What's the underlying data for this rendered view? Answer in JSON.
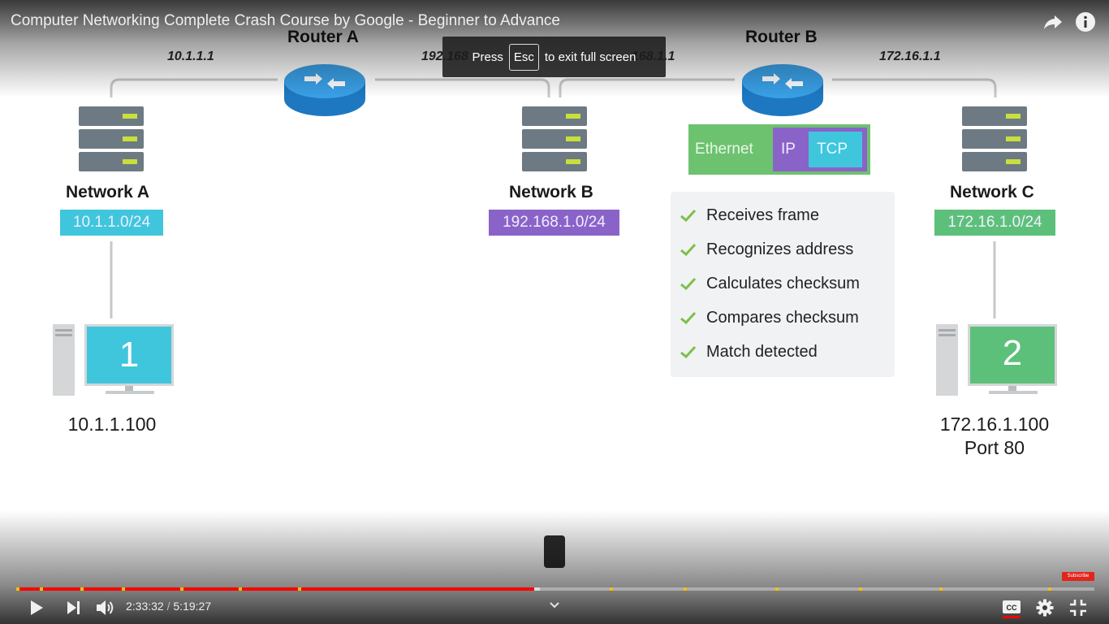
{
  "video": {
    "title": "Computer Networking Complete Crash Course by Google - Beginner to Advance"
  },
  "fullscreen_toast": {
    "prefix": "Press",
    "key": "Esc",
    "suffix": "to exit full screen"
  },
  "diagram": {
    "routers": [
      {
        "label": "Router A"
      },
      {
        "label": "Router B"
      }
    ],
    "links": [
      {
        "ip": "10.1.1.1"
      },
      {
        "ip": "192.168"
      },
      {
        "ip": "168.1.1"
      },
      {
        "ip": "172.16.1.1"
      }
    ],
    "networks": [
      {
        "label": "Network A",
        "subnet": "10.1.1.0/24",
        "color": "#3fc6dd"
      },
      {
        "label": "Network B",
        "subnet": "192.168.1.0/24",
        "color": "#8a63c9"
      },
      {
        "label": "Network C",
        "subnet": "172.16.1.0/24",
        "color": "#5dc07a"
      }
    ],
    "hosts": [
      {
        "number": "1",
        "ip": "10.1.1.100",
        "screen_color": "#3fc6dd"
      },
      {
        "number": "2",
        "ip": "172.16.1.100",
        "port": "Port 80",
        "screen_color": "#5dc07a"
      }
    ],
    "packet": {
      "layers": [
        "Ethernet",
        "IP",
        "TCP"
      ],
      "colors": {
        "ethernet": "#6dc26f",
        "ip": "#8a63c9",
        "tcp": "#3fc6dd"
      }
    },
    "checklist": [
      "Receives frame",
      "Recognizes address",
      "Calculates checksum",
      "Compares checksum",
      "Match detected"
    ]
  },
  "player": {
    "current_time": "2:33:32",
    "duration": "5:19:27",
    "time_separator": "/",
    "progress_played_fraction": 0.4803,
    "progress_loaded_fraction": 0.4855,
    "subscribe_badge": "Subscribe",
    "icons": {
      "play": "play-icon",
      "next": "next-icon",
      "volume": "volume-icon",
      "chevron": "chevron-down-icon",
      "captions": "cc-icon",
      "settings": "gear-icon",
      "exit_fullscreen": "exit-fullscreen-icon",
      "share": "share-icon",
      "info": "info-icon"
    },
    "colors": {
      "played": "#ff0000",
      "chapter_marker": "#f2c200",
      "captions_underline": "#ff0000"
    }
  }
}
